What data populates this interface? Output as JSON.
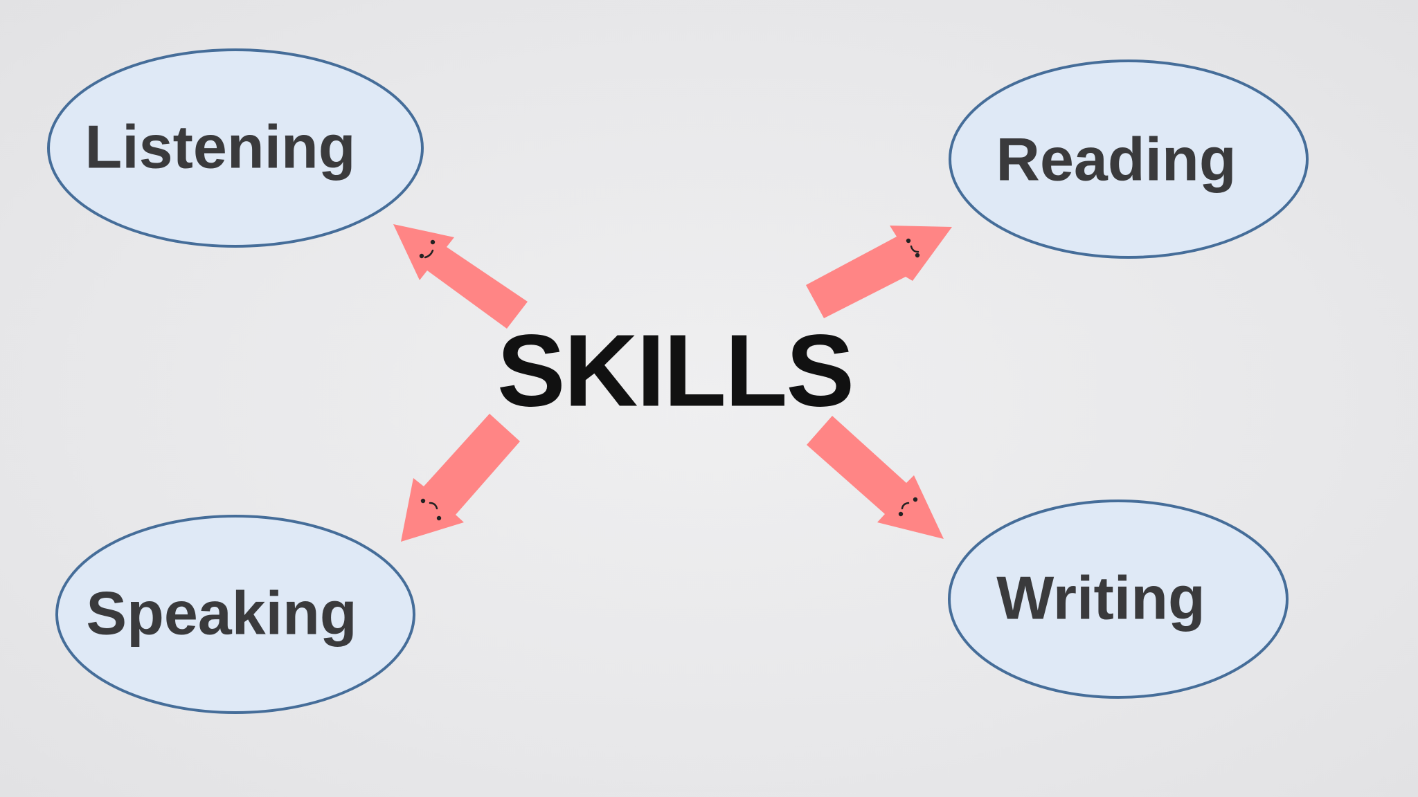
{
  "diagram": {
    "center": {
      "label": "SKILLS"
    },
    "nodes": [
      {
        "id": "listening",
        "label": "Listening"
      },
      {
        "id": "reading",
        "label": "Reading"
      },
      {
        "id": "speaking",
        "label": "Speaking"
      },
      {
        "id": "writing",
        "label": "Writing"
      }
    ],
    "connectors": [
      {
        "from": "SKILLS",
        "to": "Listening",
        "style": "arrow-with-face"
      },
      {
        "from": "SKILLS",
        "to": "Reading",
        "style": "arrow-with-face"
      },
      {
        "from": "SKILLS",
        "to": "Speaking",
        "style": "arrow-with-face"
      },
      {
        "from": "SKILLS",
        "to": "Writing",
        "style": "arrow-with-face"
      }
    ],
    "colors": {
      "node_fill": "#dfe9f6",
      "node_stroke": "#456d99",
      "node_text": "#3a3a3c",
      "arrow_fill": "#ff8585",
      "center_text": "#111111",
      "background": "#ebebec"
    }
  }
}
